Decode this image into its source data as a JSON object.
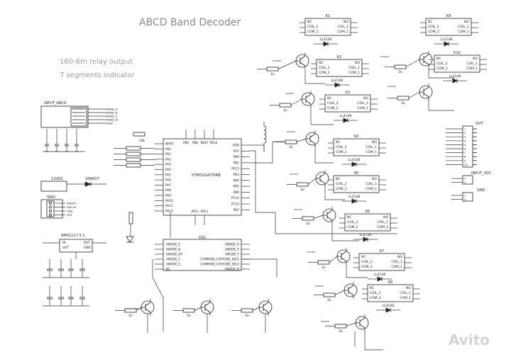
{
  "title": "ABCD Band Decoder",
  "subtitle1": "160-6m relay output",
  "subtitle2": "7 segments indicator",
  "mcu": {
    "name": "STM32G070RB",
    "left_pins": [
      "NRST",
      "PA0",
      "PA1",
      "PA2",
      "PA3",
      "PA4",
      "PA5",
      "PA6",
      "PA7",
      "PA8",
      "PA9",
      "PA10",
      "PA11",
      "PA12"
    ],
    "right_pins": [
      "VDD",
      "PA7",
      "PB0",
      "PB1",
      "PA15",
      "PB3",
      "PB4",
      "PB5",
      "PB6",
      "PC15",
      "PC14",
      "PB7"
    ],
    "top_pins": [
      "PB9",
      "PB8",
      "NRST",
      "PB10"
    ],
    "bottom_pins": [
      "PB11",
      "PB12"
    ]
  },
  "input_abcd": {
    "name": "INPUT_ABCD",
    "pins": [
      "BAND_A",
      "BAND_B",
      "BAND_C",
      "BAND_D",
      "GND"
    ]
  },
  "power_12v": {
    "name": "12VDC",
    "diode": "1N4007"
  },
  "swd": {
    "name": "SWD",
    "pins": [
      "SWDIO",
      "SWCLK",
      "GND",
      "3V3"
    ]
  },
  "regulator": {
    "name": "AMS1117-3.1",
    "pins": [
      "IN",
      "OUT",
      "OUT",
      "GND"
    ]
  },
  "display": {
    "name": "DS1",
    "left_pins": [
      "ANODE_E",
      "ANODE_D",
      "ANODE_DP",
      "ANODE_C",
      "ANODE_G",
      "NC"
    ],
    "right_pins": [
      "ANODE_B",
      "ANODE_A",
      "ANODE_F",
      "COMMON_CATHODE_DIG1",
      "COMMON_CATHODE_DIG2",
      "ANODE_B"
    ]
  },
  "out_conn": {
    "name": "OUT",
    "pins": [
      "1",
      "2",
      "3",
      "4",
      "5",
      "6",
      "7",
      "8",
      "9",
      "10"
    ]
  },
  "input_vdc": {
    "name": "INPUT_VDC",
    "pins": [
      "1",
      "2"
    ]
  },
  "gnd_conn": {
    "name": "GND",
    "pins": [
      "1",
      "2"
    ]
  },
  "relays": [
    {
      "name": "K1",
      "nc": "NC",
      "no": "NO",
      "coil2": "COIL_2",
      "coil1": "COIL_1",
      "com2": "COM_2",
      "com1": "COM_1",
      "diode": "LL4148"
    },
    {
      "name": "K2",
      "nc": "NC",
      "no": "NO",
      "coil2": "COIL_2",
      "coil1": "COIL_1",
      "com2": "COM_2",
      "com1": "COM_1",
      "diode": "LL4148"
    },
    {
      "name": "K3",
      "nc": "NC",
      "no": "NO",
      "coil2": "COIL_2",
      "coil1": "COIL_1",
      "com2": "COM_2",
      "com1": "COM_1",
      "diode": "LL4148"
    },
    {
      "name": "K4",
      "nc": "NC",
      "no": "NO",
      "coil2": "COIL_2",
      "coil1": "COIL_1",
      "com2": "COM_2",
      "com1": "COM_1",
      "diode": "LL4148"
    },
    {
      "name": "K5",
      "nc": "NC",
      "no": "NO",
      "coil2": "COIL_2",
      "coil1": "COIL_1",
      "com2": "COM_2",
      "com1": "COM_1",
      "diode": "LL4148"
    },
    {
      "name": "K6",
      "nc": "NC",
      "no": "NO",
      "coil2": "COIL_2",
      "coil1": "COIL_1",
      "com2": "COM_2",
      "com1": "COM_1",
      "diode": "LL4148"
    },
    {
      "name": "K7",
      "nc": "NC",
      "no": "NO",
      "coil2": "COIL_2",
      "coil1": "COIL_1",
      "com2": "COM_2",
      "com1": "COM_1",
      "diode": "LL4148"
    },
    {
      "name": "K8",
      "nc": "NC",
      "no": "NO",
      "coil2": "COIL_2",
      "coil1": "COIL_1",
      "com2": "COM_2",
      "com1": "COM_1",
      "diode": "LL4148"
    },
    {
      "name": "K9",
      "nc": "NC",
      "no": "NO",
      "coil2": "COIL_2",
      "coil1": "COIL_1",
      "com2": "COM_2",
      "com1": "COM_1",
      "diode": "LL4148"
    },
    {
      "name": "K10",
      "nc": "NC",
      "no": "NO",
      "coil2": "COIL_2",
      "coil1": "COIL_1",
      "com2": "COM_2",
      "com1": "COM_1",
      "diode": "LL4148"
    }
  ],
  "resistor_value": "1k",
  "resistor_10k": "10k",
  "watermark": "Avito"
}
